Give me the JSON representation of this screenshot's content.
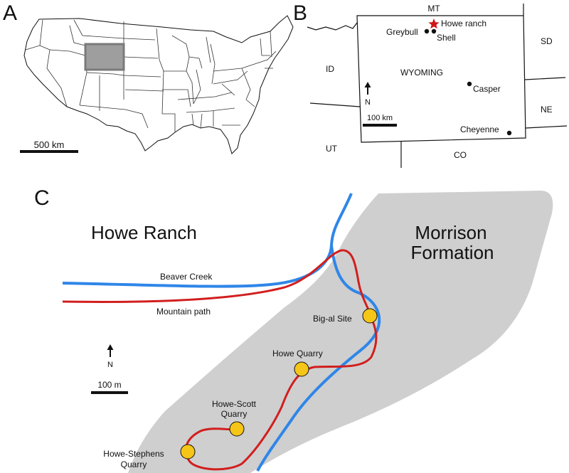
{
  "panels": {
    "a": {
      "letter": "A",
      "scale_label": "500 km"
    },
    "b": {
      "letter": "B",
      "states": {
        "mt": "MT",
        "id": "ID",
        "sd": "SD",
        "ne": "NE",
        "ut": "UT",
        "co": "CO",
        "wy": "WYOMING"
      },
      "places": {
        "howe_ranch": "Howe ranch",
        "greybull": "Greybull",
        "shell": "Shell",
        "casper": "Casper",
        "cheyenne": "Cheyenne"
      },
      "north": "N",
      "scale_label": "100 km"
    },
    "c": {
      "letter": "C",
      "region_label": "Howe Ranch",
      "formation_line1": "Morrison",
      "formation_line2": "Formation",
      "creek_label": "Beaver Creek",
      "path_label": "Mountain path",
      "sites": {
        "big_al": "Big-al Site",
        "howe_quarry": "Howe Quarry",
        "howe_scott_1": "Howe-Scott",
        "howe_scott_2": "Quarry",
        "howe_stephens_1": "Howe-Stephens",
        "howe_stephens_2": "Quarry"
      },
      "north": "N",
      "scale_label": "100 m"
    }
  },
  "colors": {
    "creek": "#2f86e8",
    "path": "#d21e1e",
    "formation": "#cfcfcf",
    "site": "#f5c518",
    "star": "#d01515"
  }
}
